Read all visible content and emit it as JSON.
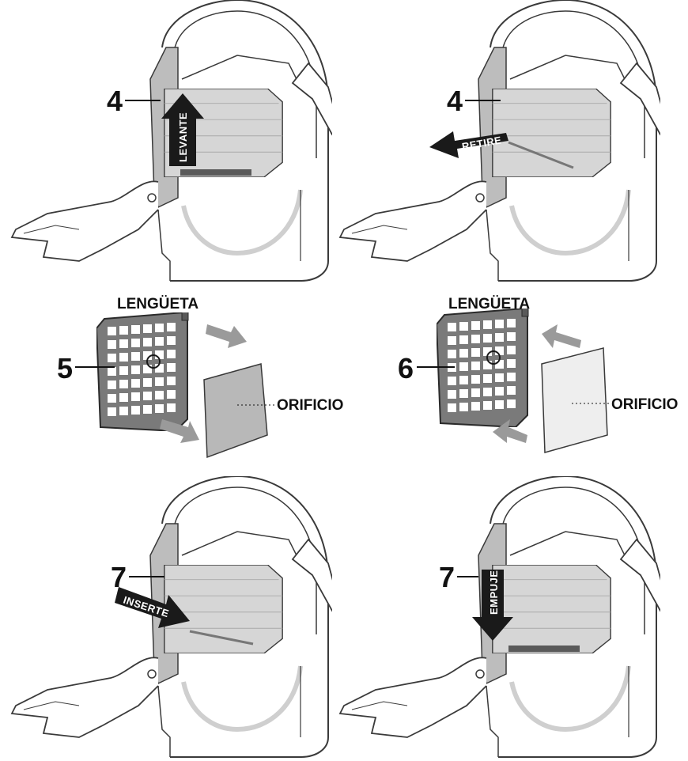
{
  "panels": {
    "remove_up": {
      "step": "4",
      "arrow_label": "LEVANTE"
    },
    "remove_out": {
      "step": "4",
      "arrow_label": "RETIRE"
    },
    "assemble_a": {
      "step": "5",
      "tab_label": "LENGÜETA",
      "hole_label": "ORIFICIO"
    },
    "assemble_b": {
      "step": "6",
      "tab_label": "LENGÜETA",
      "hole_label": "ORIFICIO"
    },
    "insert": {
      "step": "7",
      "arrow_label": "INSERTE"
    },
    "push": {
      "step": "7",
      "arrow_label": "EMPUJE"
    }
  },
  "colors": {
    "outline": "#3a3a3a",
    "filter_fill": "#d6d6d6",
    "bracket_fill": "#bdbdbd",
    "arrow_fill": "#1a1a1a",
    "grey_arrow": "#9a9a9a",
    "pad_dark": "#b8b8b8",
    "pad_light": "#eeeeee"
  }
}
